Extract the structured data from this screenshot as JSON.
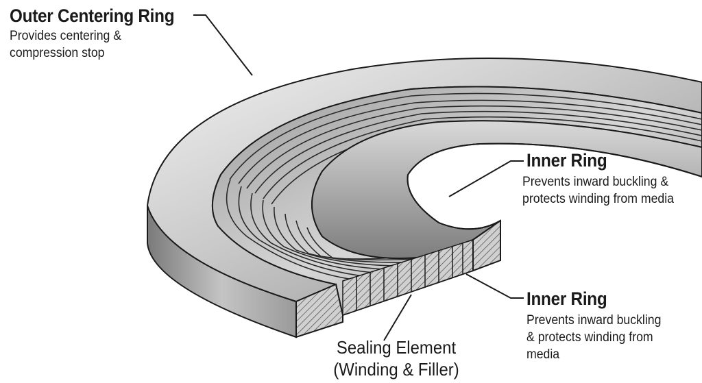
{
  "labels": {
    "outer_ring": {
      "title": "Outer Centering Ring",
      "desc_line1": "Provides centering &",
      "desc_line2": "compression stop"
    },
    "inner_ring_top": {
      "title": "Inner Ring",
      "desc_line1": "Prevents inward buckling &",
      "desc_line2": "protects winding from media"
    },
    "inner_ring_bottom": {
      "title": "Inner Ring",
      "desc_line1": "Prevents inward buckling",
      "desc_line2": "& protects winding from",
      "desc_line3": "media"
    },
    "sealing_element": {
      "line1": "Sealing Element",
      "line2": "(Winding & Filler)"
    }
  },
  "colors": {
    "metal_light": "#e8e8e8",
    "metal_mid": "#b4b4b4",
    "metal_dark": "#6e6e6e",
    "outline": "#1a1a1a"
  }
}
